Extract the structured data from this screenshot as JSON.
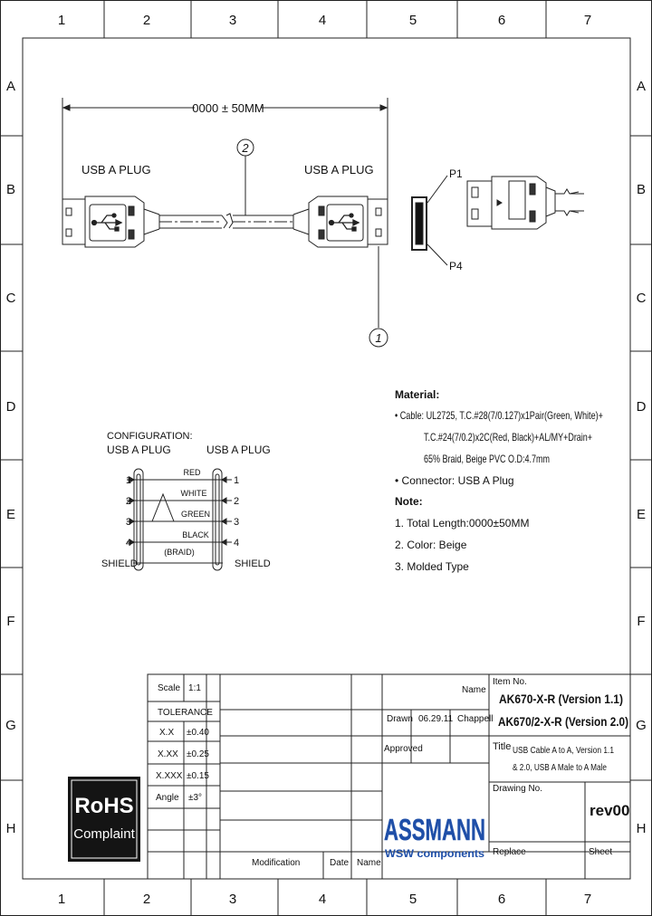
{
  "frame": {
    "columns": [
      "1",
      "2",
      "3",
      "4",
      "5",
      "6",
      "7"
    ],
    "rows": [
      "A",
      "B",
      "C",
      "D",
      "E",
      "F",
      "G",
      "H"
    ]
  },
  "drawing": {
    "length_dim": "0000 ± 50MM",
    "balloon_cable": "2",
    "balloon_connector": "1",
    "left_plug_label": "USB A PLUG",
    "right_plug_label": "USB A PLUG",
    "pin_p1": "P1",
    "pin_p4": "P4"
  },
  "configuration": {
    "title_line1": "CONFIGURATION:",
    "left_label": "USB A PLUG",
    "right_label": "USB A PLUG",
    "pins": [
      "1",
      "2",
      "3",
      "4"
    ],
    "wires": [
      "RED",
      "WHITE",
      "GREEN",
      "BLACK",
      "(BRAID)"
    ],
    "shield": "SHIELD"
  },
  "material": {
    "heading": "Material:",
    "lines": [
      "• Cable: UL2725, T.C.#28(7/0.127)x1Pair(Green, White)+",
      "T.C.#24(7/0.2)x2C(Red, Black)+AL/MY+Drain+",
      "65% Braid, Beige PVC O.D:4.7mm",
      "• Connector: USB A Plug"
    ]
  },
  "note": {
    "heading": "Note:",
    "lines": [
      "1. Total Length:0000±50MM",
      "2. Color: Beige",
      "3. Molded Type"
    ]
  },
  "rohs": {
    "line1": "RoHS",
    "line2": "Complaint"
  },
  "title_block": {
    "scale_label": "Scale",
    "scale_value": "1:1",
    "tolerance_label": "TOLERANCE",
    "tolerances": [
      {
        "label": "X.X",
        "value": "±0.40"
      },
      {
        "label": "X.XX",
        "value": "±0.25"
      },
      {
        "label": "X.XXX",
        "value": "±0.15"
      },
      {
        "label": "Angle",
        "value": "±3°"
      }
    ],
    "name_label": "Name",
    "drawn_label": "Drawn",
    "drawn_date": "06.29.11",
    "drawn_name": "Chappell",
    "approved_label": "Approved",
    "modification_label": "Modification",
    "date_label": "Date",
    "name_col_label": "Name",
    "item_no_label": "Item No.",
    "item_no_1": "AK670-X-R (Version 1.1)",
    "item_no_2": "AK670/2-X-R (Version 2.0)",
    "title_label": "Title",
    "title_line1": "USB Cable A to A, Version 1.1",
    "title_line2": "& 2.0, USB A Male to A Male",
    "drawing_no_label": "Drawing No.",
    "revision": "rev00",
    "replace_label": "Replace",
    "sheet_label": "Sheet",
    "logo_main": "ASSMANN",
    "logo_sub": "WSW components"
  },
  "colors": {
    "logo_blue": "#1f4fa8",
    "rohs_bg": "#141414",
    "line": "#222222"
  }
}
